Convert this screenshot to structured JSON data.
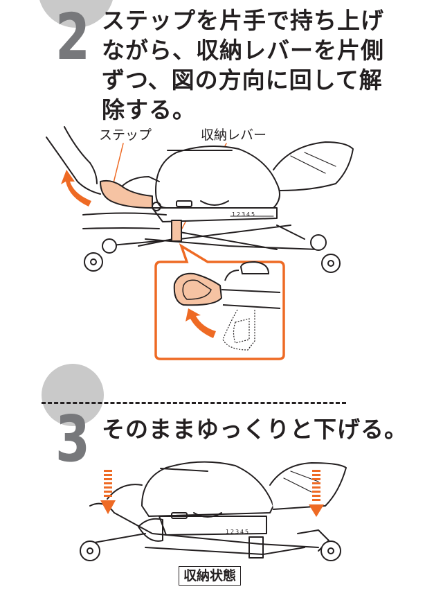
{
  "step2": {
    "number": "2",
    "instruction": "ステップを片手で持ち上げ\nながら、収納レバーを片側\nずつ、図の方向に回して解\n除する。",
    "labels": {
      "step": "ステップ",
      "lever": "収納レバー"
    },
    "recline_scale": [
      "1",
      "2",
      "3",
      "4",
      "5"
    ]
  },
  "step3": {
    "number": "3",
    "instruction": "そのままゆっくりと下げる。",
    "state_label": "収納状態",
    "recline_scale": [
      "1",
      "2",
      "3",
      "4",
      "5"
    ]
  },
  "colors": {
    "accent_orange": "#ee6a24",
    "part_highlight": "#f6c3a3",
    "step_number_gray": "#77787b",
    "circle_gray": "#c9c9c9"
  }
}
